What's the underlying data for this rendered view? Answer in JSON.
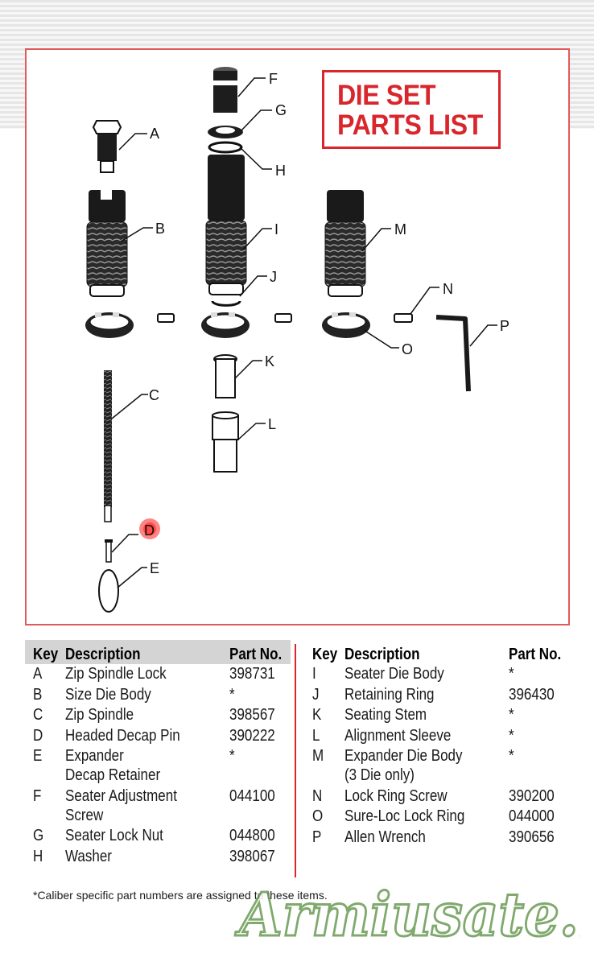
{
  "title": {
    "line1": "DIE SET",
    "line2": "PARTS LIST"
  },
  "diagram_labels": [
    "A",
    "B",
    "C",
    "D",
    "E",
    "F",
    "G",
    "H",
    "I",
    "J",
    "K",
    "L",
    "M",
    "N",
    "O",
    "P"
  ],
  "table_headers": {
    "key": "Key",
    "description": "Description",
    "part": "Part No."
  },
  "left_rows": [
    {
      "key": "A",
      "desc": [
        "Zip Spindle Lock"
      ],
      "part": "398731"
    },
    {
      "key": "B",
      "desc": [
        "Size Die Body"
      ],
      "part": "*"
    },
    {
      "key": "C",
      "desc": [
        "Zip Spindle"
      ],
      "part": "398567"
    },
    {
      "key": "D",
      "desc": [
        "Headed Decap Pin"
      ],
      "part": "390222"
    },
    {
      "key": "E",
      "desc": [
        "Expander",
        "Decap Retainer"
      ],
      "part": "*"
    },
    {
      "key": "F",
      "desc": [
        "Seater Adjustment",
        "Screw"
      ],
      "part": "044100"
    },
    {
      "key": "G",
      "desc": [
        "Seater Lock Nut"
      ],
      "part": "044800"
    },
    {
      "key": "H",
      "desc": [
        "Washer"
      ],
      "part": "398067"
    }
  ],
  "right_rows": [
    {
      "key": "I",
      "desc": [
        "Seater Die Body"
      ],
      "part": "*"
    },
    {
      "key": "J",
      "desc": [
        "Retaining Ring"
      ],
      "part": "396430"
    },
    {
      "key": "K",
      "desc": [
        "Seating Stem"
      ],
      "part": "*"
    },
    {
      "key": "L",
      "desc": [
        "Alignment Sleeve"
      ],
      "part": "*"
    },
    {
      "key": "M",
      "desc": [
        "Expander Die Body",
        "(3 Die only)"
      ],
      "part": "*"
    },
    {
      "key": "N",
      "desc": [
        "Lock Ring Screw"
      ],
      "part": "390200"
    },
    {
      "key": "O",
      "desc": [
        "Sure-Loc Lock Ring"
      ],
      "part": "044000"
    },
    {
      "key": "P",
      "desc": [
        "Allen Wrench"
      ],
      "part": "390656"
    }
  ],
  "footnote": "*Caliber specific part numbers are assigned to these items.",
  "watermark": "Armiusate.it",
  "colors": {
    "accent": "#d9262c",
    "frame": "#e05a5a",
    "header_fill": "#d4d4d4",
    "highlight": "#ff2020"
  }
}
